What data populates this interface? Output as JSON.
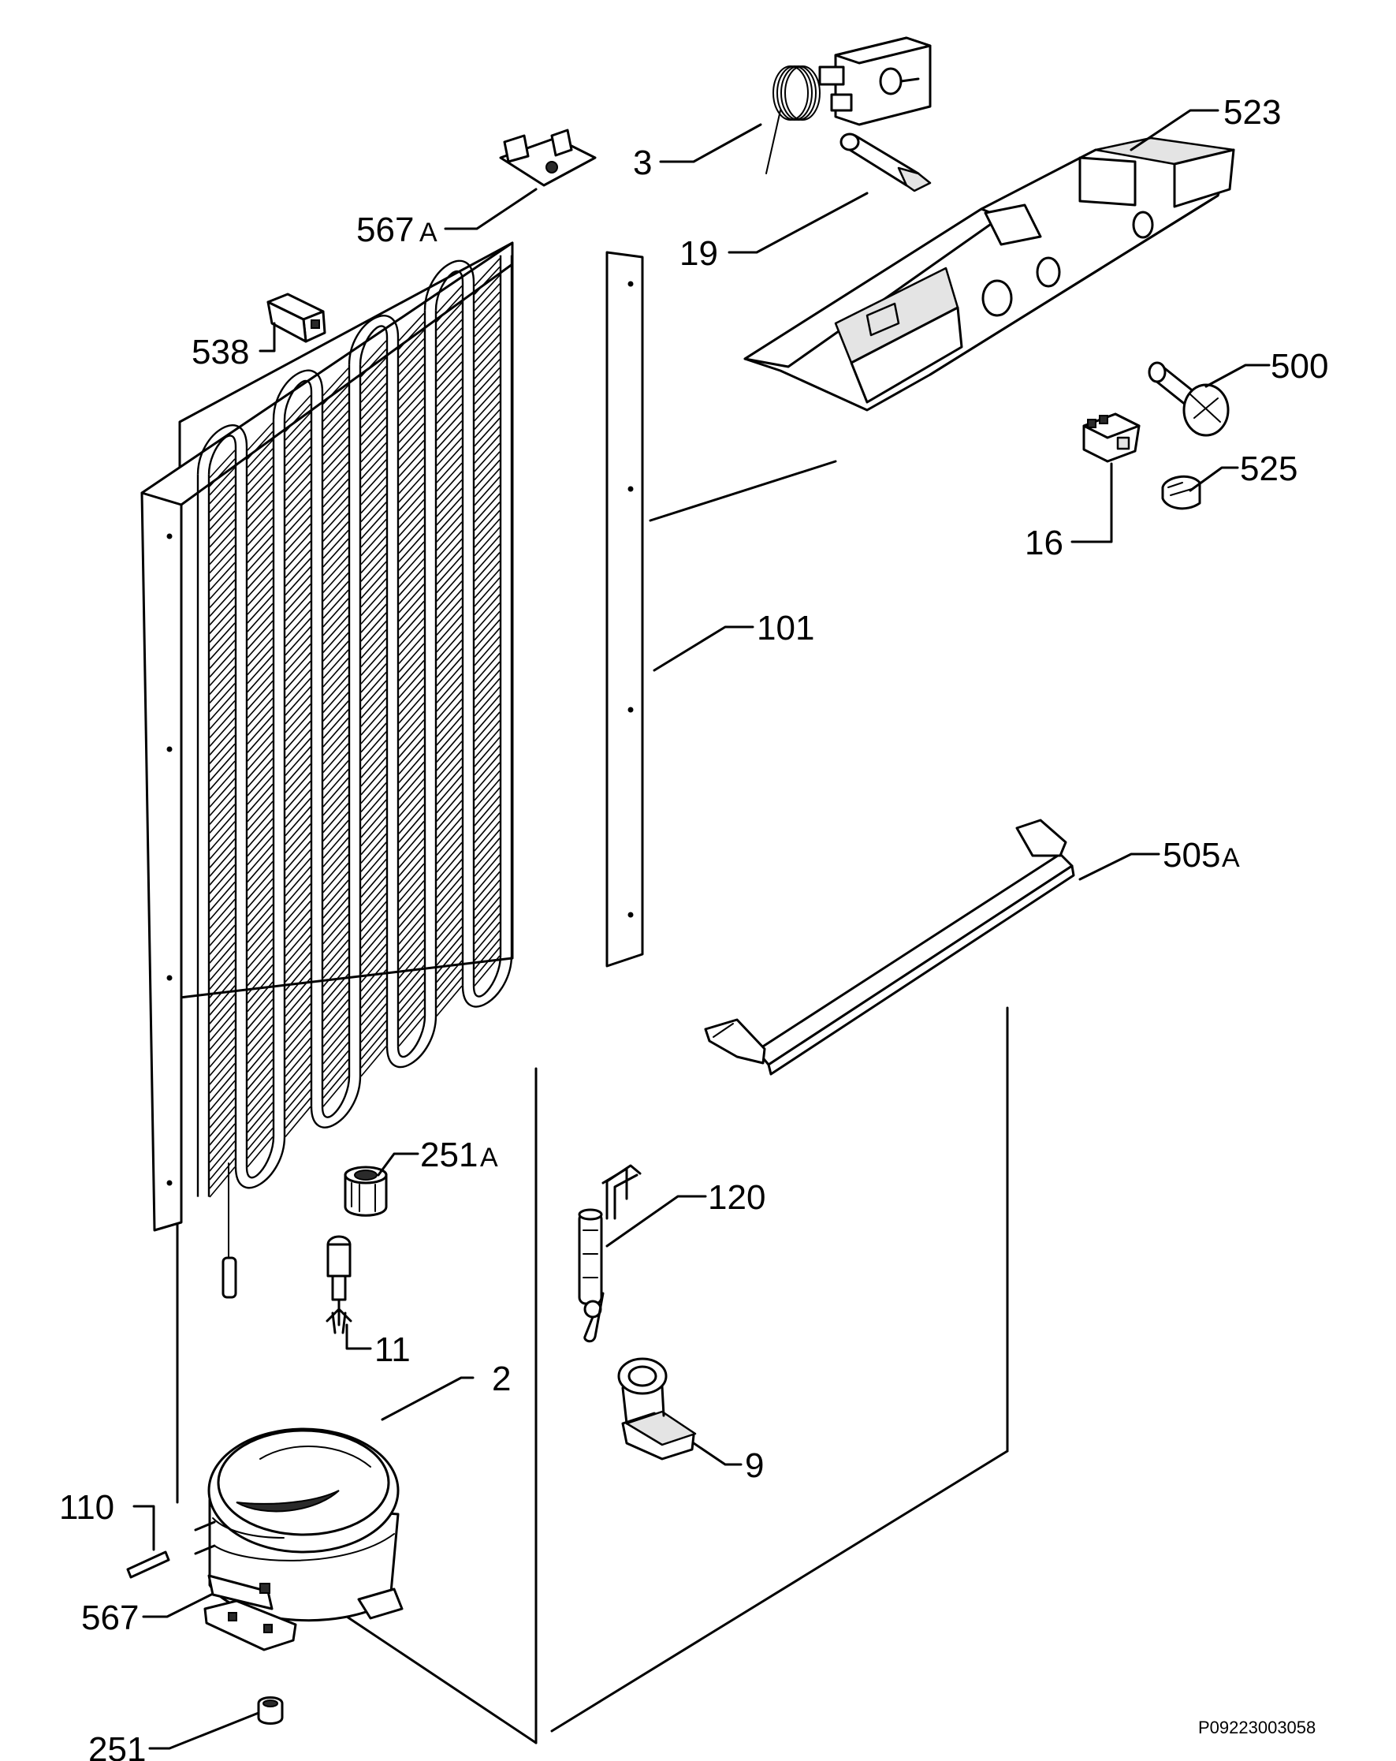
{
  "labels": {
    "l3": "3",
    "l523": "523",
    "l567a": "567",
    "l567a_suffix": "A",
    "l19": "19",
    "l538": "538",
    "l500": "500",
    "l525": "525",
    "l16": "16",
    "l101": "101",
    "l505a": "505",
    "l505a_suffix": "A",
    "l251a": "251",
    "l251a_suffix": "A",
    "l120": "120",
    "l11": "11",
    "l2": "2",
    "l9": "9",
    "l110": "110",
    "l567": "567",
    "l251": "251"
  },
  "reference_code": "P09223003058"
}
